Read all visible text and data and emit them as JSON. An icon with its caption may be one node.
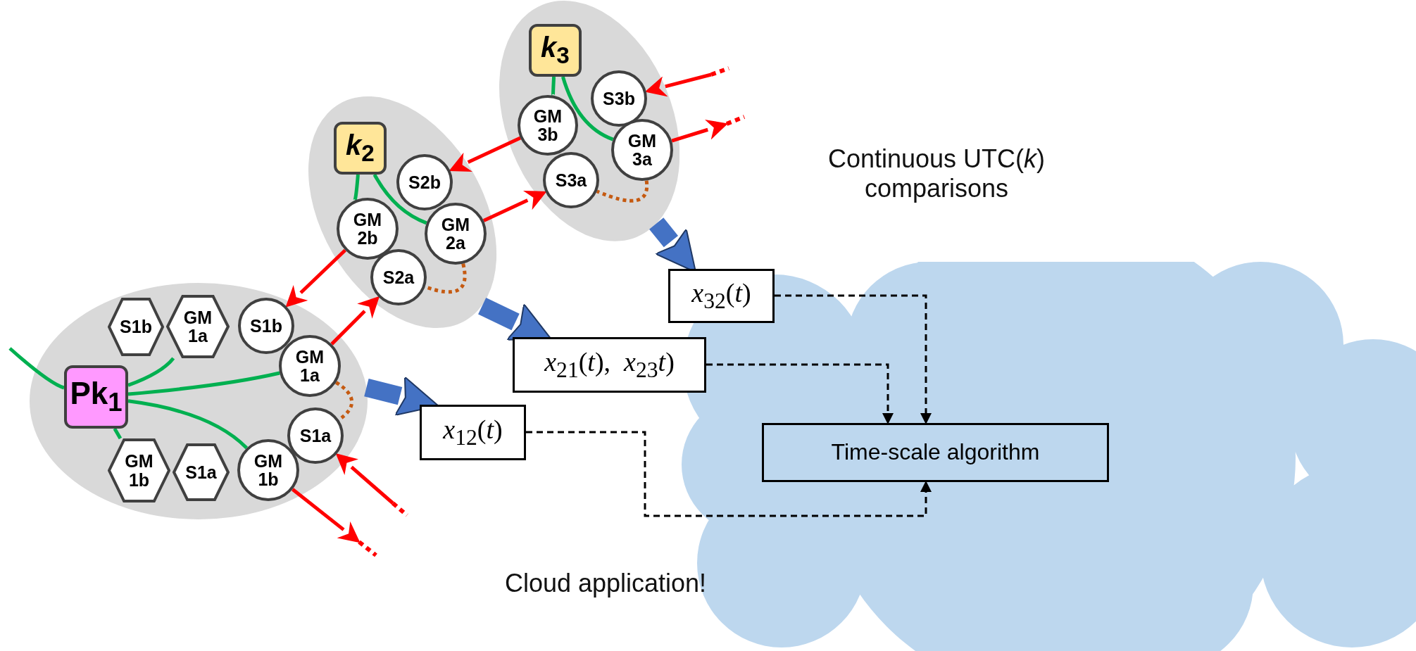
{
  "diagram": {
    "nodes": [
      {
        "text": [],
        "shape": "ellipse"
      },
      {
        "text": [
          "Pk$_{1}$"
        ],
        "in": 0
      },
      {
        "text": [
          "S1b"
        ],
        "in": 0
      },
      {
        "text": [
          "GM 1a"
        ],
        "in": 0
      },
      {
        "text": [
          "GM 1b"
        ],
        "in": 0
      },
      {
        "text": [
          "S1a"
        ],
        "in": 0
      },
      {
        "text": [
          "S1b"
        ],
        "in": 0
      },
      {
        "text": [
          "GM 1a"
        ],
        "in": 0
      },
      {
        "text": [
          "S1a"
        ],
        "in": 0
      },
      {
        "text": [
          "GM 1b"
        ],
        "in": 0
      },
      {
        "text": [],
        "shape": "ellipse"
      },
      {
        "text": [
          "*k*$_{2}$"
        ],
        "in": 10
      },
      {
        "text": [
          "S2b"
        ],
        "in": 10
      },
      {
        "text": [
          "GM 2b"
        ],
        "in": 10
      },
      {
        "text": [
          "GM 2a"
        ],
        "in": 10
      },
      {
        "text": [
          "S2a"
        ],
        "in": 10
      },
      {
        "text": [],
        "shape": "ellipse"
      },
      {
        "text": [
          "*k*$_{3}$"
        ],
        "in": 16
      },
      {
        "text": [
          "S3b"
        ],
        "in": 16
      },
      {
        "text": [
          "GM 3b"
        ],
        "in": 16
      },
      {
        "text": [
          "GM 3a"
        ],
        "in": 16
      },
      {
        "text": [
          "S3a"
        ],
        "in": 16
      },
      {
        "text": [
          "*x*$_{32}$(*t*)"
        ]
      },
      {
        "text": [
          "*x*$_{21}$(*t*),  *x*$_{23}$*t*)"
        ]
      },
      {
        "text": [
          "*x*$_{12}$(*t*)"
        ]
      },
      {
        "text": [],
        "shape": "cloud"
      },
      {
        "text": [
          "Time-scale algorithm"
        ],
        "in": 25
      }
    ],
    "edges": [
      {
        "from": null,
        "to": 1,
        "arrow": "none"
      },
      {
        "from": 1,
        "to": 3,
        "arrow": "none"
      },
      {
        "from": 1,
        "to": 7,
        "arrow": "none"
      },
      {
        "from": 1,
        "to": 9,
        "arrow": "none"
      },
      {
        "from": 1,
        "to": 4,
        "arrow": "none"
      },
      {
        "from": 7,
        "to": 8,
        "arrow": "none",
        "style": "dashed",
        "color": "#c55a11"
      },
      {
        "from": 7,
        "to": 15,
        "arrow": "to",
        "color": "#ff0000"
      },
      {
        "from": 13,
        "to": 6,
        "arrow": "to",
        "color": "#ff0000"
      },
      {
        "from": null,
        "to": 8,
        "arrow": "to",
        "color": "#ff0000"
      },
      {
        "from": 9,
        "to": null,
        "arrow": "to",
        "color": "#ff0000"
      },
      {
        "from": 11,
        "to": 13,
        "arrow": "none"
      },
      {
        "from": 11,
        "to": 14,
        "arrow": "none"
      },
      {
        "from": 14,
        "to": 15,
        "arrow": "none",
        "style": "dashed",
        "color": "#c55a11"
      },
      {
        "from": 14,
        "to": 21,
        "arrow": "to",
        "color": "#ff0000"
      },
      {
        "from": 19,
        "to": 12,
        "arrow": "to",
        "color": "#ff0000"
      },
      {
        "from": 17,
        "to": 19,
        "arrow": "none"
      },
      {
        "from": 17,
        "to": 20,
        "arrow": "none"
      },
      {
        "from": 20,
        "to": 21,
        "arrow": "none",
        "style": "dashed",
        "color": "#c55a11"
      },
      {
        "from": null,
        "to": 18,
        "arrow": "to",
        "color": "#ff0000"
      },
      {
        "from": 20,
        "to": null,
        "arrow": "to",
        "color": "#ff0000"
      },
      {
        "from": 0,
        "to": 24,
        "arrow": "to",
        "style": "thick",
        "color": "#4472c4"
      },
      {
        "from": 10,
        "to": 23,
        "arrow": "to",
        "style": "thick",
        "color": "#4472c4"
      },
      {
        "from": 16,
        "to": 22,
        "arrow": "to",
        "style": "thick",
        "color": "#4472c4"
      },
      {
        "from": 22,
        "to": 26,
        "arrow": "to",
        "style": "dashed",
        "color": "#000000"
      },
      {
        "from": 23,
        "to": 26,
        "arrow": "to",
        "style": "dashed",
        "color": "#000000"
      },
      {
        "from": 24,
        "to": 26,
        "arrow": "to",
        "style": "dashed",
        "color": "#000000"
      }
    ],
    "labels": [
      "Continuous UTC(*k*) comparisons",
      "Cloud application!"
    ]
  }
}
